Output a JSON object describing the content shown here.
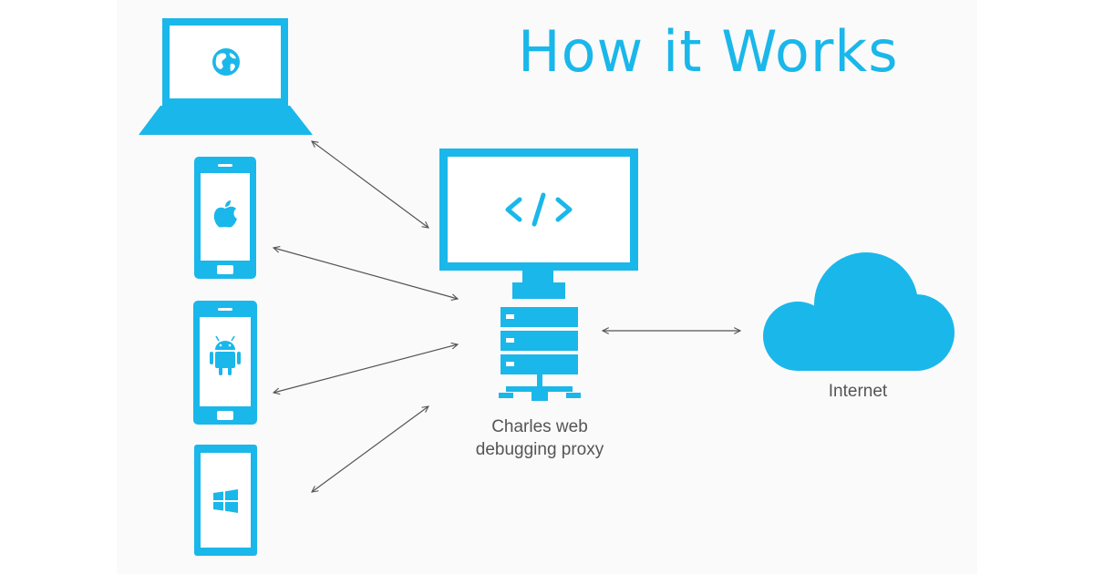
{
  "title": "How it Works",
  "proxy": {
    "label_line1": "Charles web",
    "label_line2": "debugging proxy"
  },
  "cloud": {
    "label": "Internet"
  },
  "clients": [
    {
      "name": "laptop",
      "icon": "globe-icon"
    },
    {
      "name": "ios-phone",
      "icon": "apple-icon"
    },
    {
      "name": "android-phone",
      "icon": "android-icon"
    },
    {
      "name": "windows-tablet",
      "icon": "windows-icon"
    }
  ],
  "proxy_screen_icon": "code-icon",
  "colors": {
    "accent": "#1ab7ea",
    "arrow": "#555555",
    "text": "#555555",
    "icon_fill": "#ffffff"
  }
}
